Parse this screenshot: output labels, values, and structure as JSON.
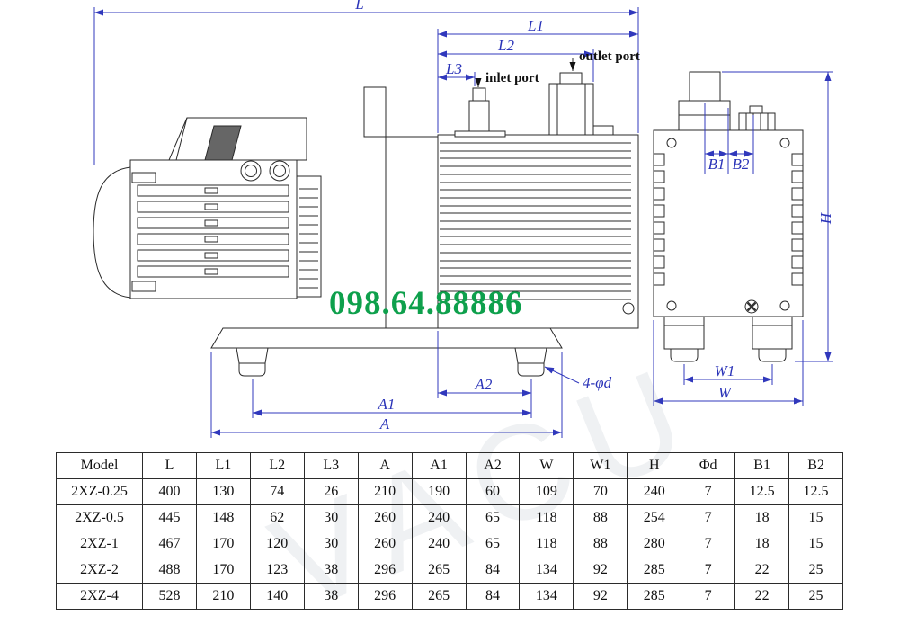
{
  "watermark": {
    "phone": "098.64.88886",
    "diagonal": "VACU"
  },
  "drawing": {
    "port_labels": {
      "inlet": "inlet port",
      "outlet": "outlet port"
    },
    "dim_labels": {
      "L": "L",
      "L1": "L1",
      "L2": "L2",
      "L3": "L3",
      "A": "A",
      "A1": "A1",
      "A2": "A2",
      "phi_d": "4-φd",
      "B1": "B1",
      "B2": "B2",
      "H": "H",
      "W1": "W1",
      "W": "W"
    },
    "dim_color": "#3038bc",
    "line_color": "#2a2a2a",
    "phone_color": "#0ea04c"
  },
  "table": {
    "headers": [
      "Model",
      "L",
      "L1",
      "L2",
      "L3",
      "A",
      "A1",
      "A2",
      "W",
      "W1",
      "H",
      "Φd",
      "B1",
      "B2"
    ],
    "rows": [
      [
        "2XZ-0.25",
        "400",
        "130",
        "74",
        "26",
        "210",
        "190",
        "60",
        "109",
        "70",
        "240",
        "7",
        "12.5",
        "12.5"
      ],
      [
        "2XZ-0.5",
        "445",
        "148",
        "62",
        "30",
        "260",
        "240",
        "65",
        "118",
        "88",
        "254",
        "7",
        "18",
        "15"
      ],
      [
        "2XZ-1",
        "467",
        "170",
        "120",
        "30",
        "260",
        "240",
        "65",
        "118",
        "88",
        "280",
        "7",
        "18",
        "15"
      ],
      [
        "2XZ-2",
        "488",
        "170",
        "123",
        "38",
        "296",
        "265",
        "84",
        "134",
        "92",
        "285",
        "7",
        "22",
        "25"
      ],
      [
        "2XZ-4",
        "528",
        "210",
        "140",
        "38",
        "296",
        "265",
        "84",
        "134",
        "92",
        "285",
        "7",
        "22",
        "25"
      ]
    ]
  }
}
